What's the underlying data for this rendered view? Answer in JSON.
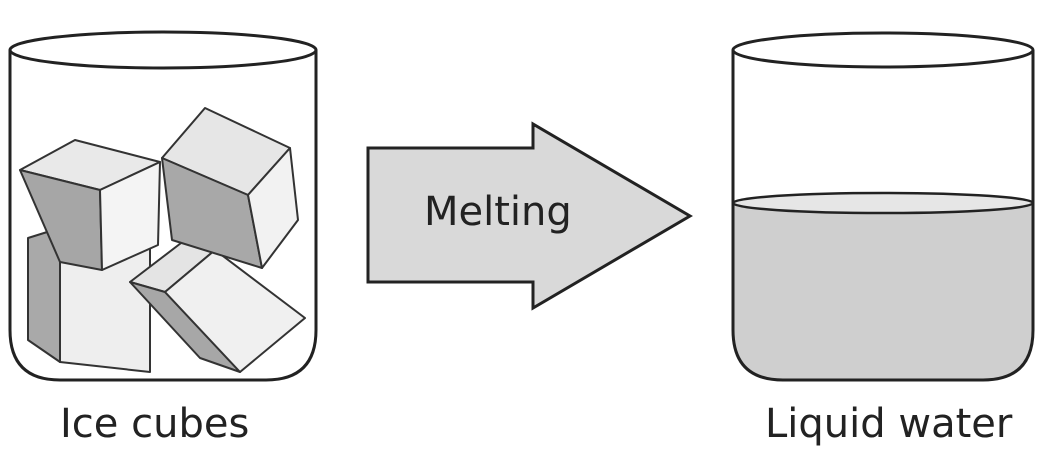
{
  "diagram": {
    "left_caption": "Ice cubes",
    "right_caption": "Liquid water",
    "arrow_label": "Melting"
  },
  "colors": {
    "outline": "#222222",
    "ice_light": "#f1f1f1",
    "ice_mid": "#dedede",
    "ice_dark": "#a9a9a9",
    "arrow_fill": "#d9d9d9",
    "water_fill": "#cfcfcf",
    "water_surface": "#e6e6e6"
  }
}
